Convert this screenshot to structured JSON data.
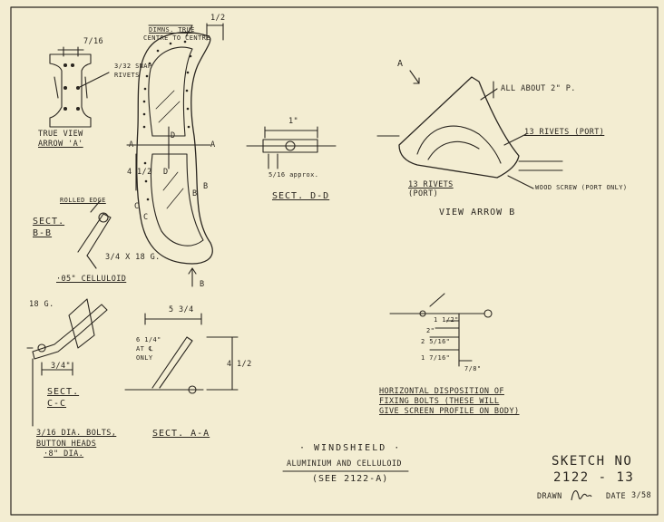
{
  "true_view": {
    "title": "TRUE VIEW",
    "sub": "ARROW 'A'",
    "dim_top": "7/16",
    "dim_rivets": "3/32 SNAP",
    "dim_rivets_2": "RIVETS"
  },
  "front_view": {
    "dims_line1": "DIMNS. TRUE",
    "dims_line2": "CENTRE TO CENTRE",
    "dim_top": "1/2",
    "mark_a1": "A",
    "mark_a2": "A",
    "mark_b1": "B",
    "mark_b2": "B",
    "mark_c1": "C",
    "mark_c2": "C",
    "mark_d1": "D",
    "mark_d2": "D",
    "dim_side": "4 1/2",
    "arrow_b": "B"
  },
  "sect_dd": {
    "title": "SECT. D-D",
    "dim_top": "1\"",
    "dim_note": "5/16 approx."
  },
  "view_b": {
    "arrow": "A",
    "note_all": "ALL ABOUT 2\" P.",
    "note_13_port": "13 RIVETS (PORT)",
    "note_13_port_b1": "13 RIVETS",
    "note_13_port_b2": "(PORT)",
    "note_screw": "WOOD SCREW (PORT ONLY)",
    "title": "VIEW ARROW B"
  },
  "sect_bb": {
    "rolled": "ROLLED EDGE",
    "title_1": "SECT.",
    "title_2": "B-B",
    "dim": "3/4 x 18 G.",
    "celluloid": "·05\" CELLULOID"
  },
  "sect_cc": {
    "gauge": "18 G.",
    "dim": "3/4\"",
    "title_1": "SECT.",
    "title_2": "C-C",
    "bolts_1": "3/16 DIA. BOLTS,",
    "bolts_2": "BUTTON HEADS",
    "bolts_3": "·8\" DIA."
  },
  "sect_aa": {
    "dim_top": "5 3/4",
    "dim_angle_1": "6 1/4\"",
    "dim_angle_2": "AT ℄",
    "dim_angle_3": "ONLY",
    "dim_side": "4 1/2",
    "title": "SECT. A-A"
  },
  "horizontal": {
    "d1": "1 1/2\"",
    "d2": "2\"",
    "d3": "2 5/16\"",
    "d4": "1 7/16\"",
    "d5": "7/8\"",
    "note_1": "HORIZONTAL DISPOSITION OF",
    "note_2": "FIXING BOLTS (THESE WILL",
    "note_3": "GIVE SCREEN PROFILE ON BODY)"
  },
  "title_block": {
    "title": "· WINDSHIELD ·",
    "sub": "ALUMINIUM AND CELLULOID",
    "ref": "(SEE 2122-A)",
    "sketch_label": "SKETCH NO",
    "sketch_no": "2122 - 13",
    "drawn_label": "DRAWN",
    "date_label": "DATE",
    "date_value": "3/58"
  }
}
